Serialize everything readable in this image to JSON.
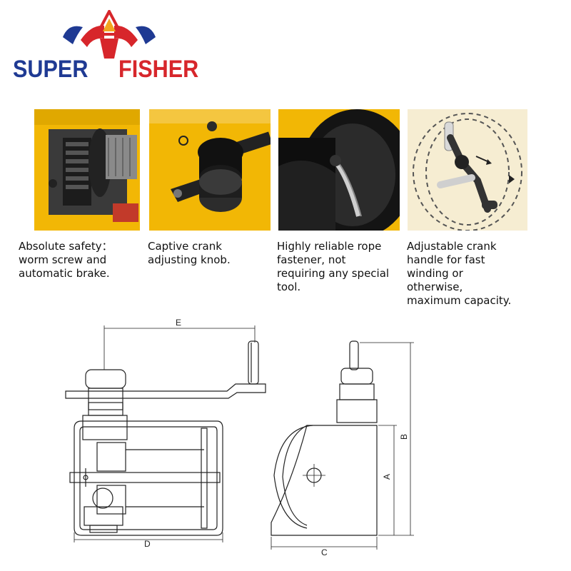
{
  "brand": {
    "word_left": "SUPER",
    "word_right": "FISHER",
    "colors": {
      "blue": "#1f3a93",
      "red": "#d7262b"
    }
  },
  "features": [
    {
      "caption": "Absolute safety：\nworm screw and\nautomatic brake.",
      "icon": "worm-gear-photo"
    },
    {
      "caption": "Captive crank\nadjusting knob.",
      "icon": "crank-knob-photo"
    },
    {
      "caption": "Highly reliable rope\nfastener, not\nrequiring any special\ntool.",
      "icon": "rope-fastener-photo"
    },
    {
      "caption": "Adjustable crank\nhandle for fast\nwinding or\notherwise,\nmaximum capacity.",
      "icon": "crank-handle-illustration"
    }
  ],
  "dimensions": {
    "E": "E",
    "D": "D",
    "C": "C",
    "A": "A",
    "B": "B"
  },
  "colors": {
    "winch_yellow": "#f2b705",
    "photo_dark": "#2a2a2a",
    "sketch_bg": "#f6edd2"
  }
}
